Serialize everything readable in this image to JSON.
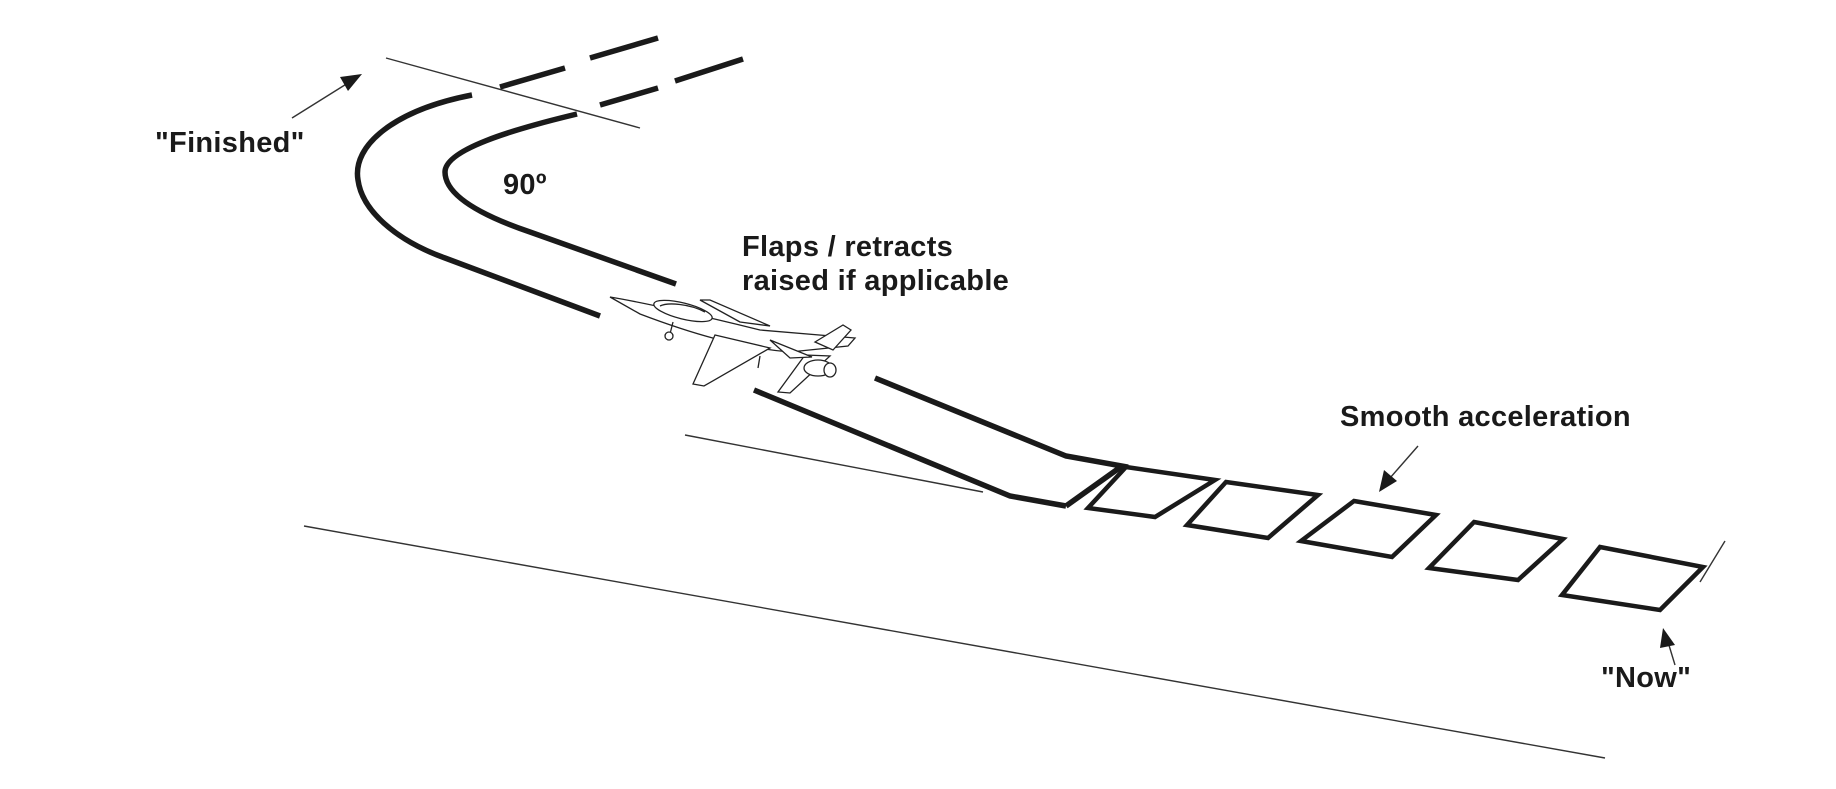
{
  "labels": {
    "finished": "\"Finished\"",
    "angle": "90º",
    "flaps_line1": "Flaps / retracts",
    "flaps_line2": "raised if applicable",
    "smooth": "Smooth acceleration",
    "now": "\"Now\""
  },
  "icons": {
    "aircraft": "jet-aircraft-icon"
  },
  "colors": {
    "ink": "#1a1a1a",
    "background": "#ffffff"
  }
}
